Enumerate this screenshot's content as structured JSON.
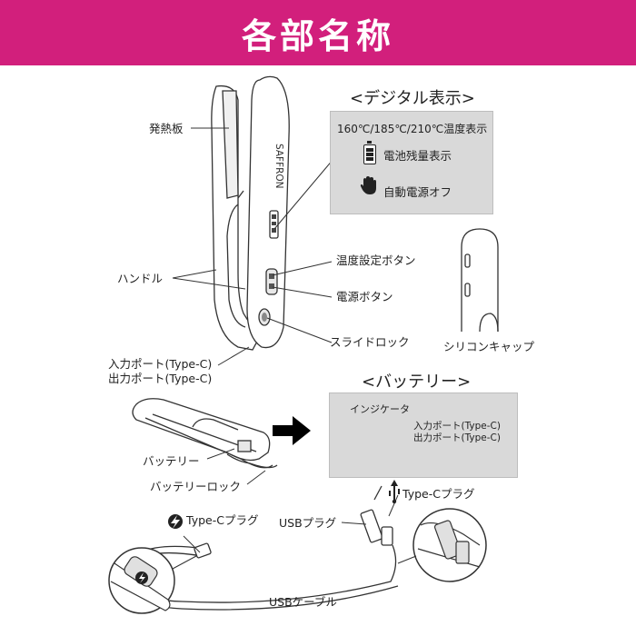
{
  "header": {
    "title": "各部名称",
    "bg_color": "#d21f7c"
  },
  "main_labels": {
    "heating_plate": "発熱板",
    "handle": "ハンドル",
    "temp_button": "温度設定ボタン",
    "power_button": "電源ボタン",
    "slide_lock": "スライドロック",
    "silicone_cap": "シリコンキャップ",
    "input_port": "入力ポート(Type-C)",
    "output_port": "出力ポート(Type-C)",
    "brand": "SAFFRON"
  },
  "display": {
    "title": "<デジタル表示>",
    "temp_text": "160℃/185℃/210℃温度表示",
    "battery_text": "電池残量表示",
    "auto_off_text": "自動電源オフ",
    "icons": [
      "battery-icon",
      "hand-icon"
    ]
  },
  "battery": {
    "title": "<バッテリー>",
    "indicator": "インジケータ",
    "input_port": "入力ポート(Type-C)",
    "output_port": "出力ポート(Type-C)",
    "battery_label": "バッテリー",
    "battery_lock": "バッテリーロック"
  },
  "cable": {
    "typec_plug_top": "Type-Cプラグ",
    "typec_plug_left": "Type-Cプラグ",
    "usb_plug": "USBプラグ",
    "usb_cable": "USBケーブル",
    "icons": [
      "usb-icon",
      "lightning-icon"
    ]
  }
}
